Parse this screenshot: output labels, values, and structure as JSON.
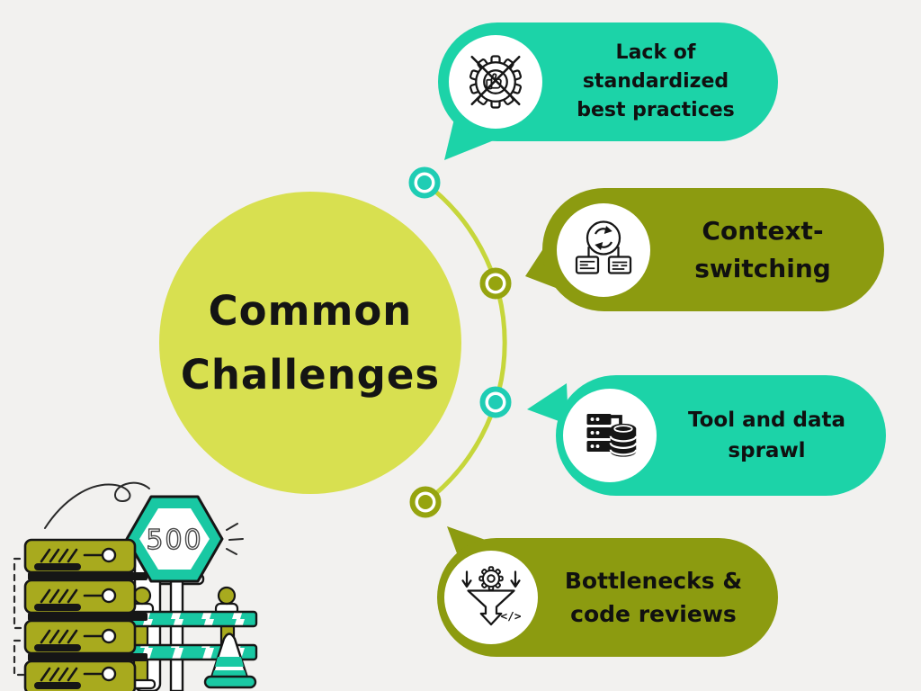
{
  "title": {
    "line1": "Common",
    "line2": "Challenges"
  },
  "bubbles": [
    {
      "id": "lack-of-standardized-best-practices",
      "color": "#1CD3A8",
      "icon": "gear-thumbs-up-crossed-icon",
      "lines": [
        "Lack of",
        "standardized",
        "best practices"
      ]
    },
    {
      "id": "context-switching",
      "color": "#8C9B10",
      "icon": "sync-documents-icon",
      "lines": [
        "Context-",
        "switching"
      ]
    },
    {
      "id": "tool-and-data-sprawl",
      "color": "#1CD3A8",
      "icon": "server-database-icon",
      "lines": [
        "Tool and data",
        "sprawl"
      ]
    },
    {
      "id": "bottlenecks-and-code-reviews",
      "color": "#8C9B10",
      "icon": "funnel-gear-code-icon",
      "lines": [
        "Bottlenecks &",
        "code reviews"
      ]
    }
  ],
  "nodes": [
    {
      "color": "#1FCDB4"
    },
    {
      "color": "#96A40F"
    },
    {
      "color": "#1FCDB4"
    },
    {
      "color": "#96A40F"
    }
  ],
  "icons": {
    "code_glyph": "</>"
  },
  "illustration": {
    "sign_text": "500"
  },
  "colors": {
    "background": "#F2F1EF",
    "center_circle": "#D8E050",
    "arc": "#C6D63B",
    "teal": "#1CD3A8",
    "olive": "#8C9B10",
    "illustration_teal": "#19C8A3",
    "server_olive": "#A8AA1E",
    "ink": "#161616",
    "text": "#141414"
  }
}
